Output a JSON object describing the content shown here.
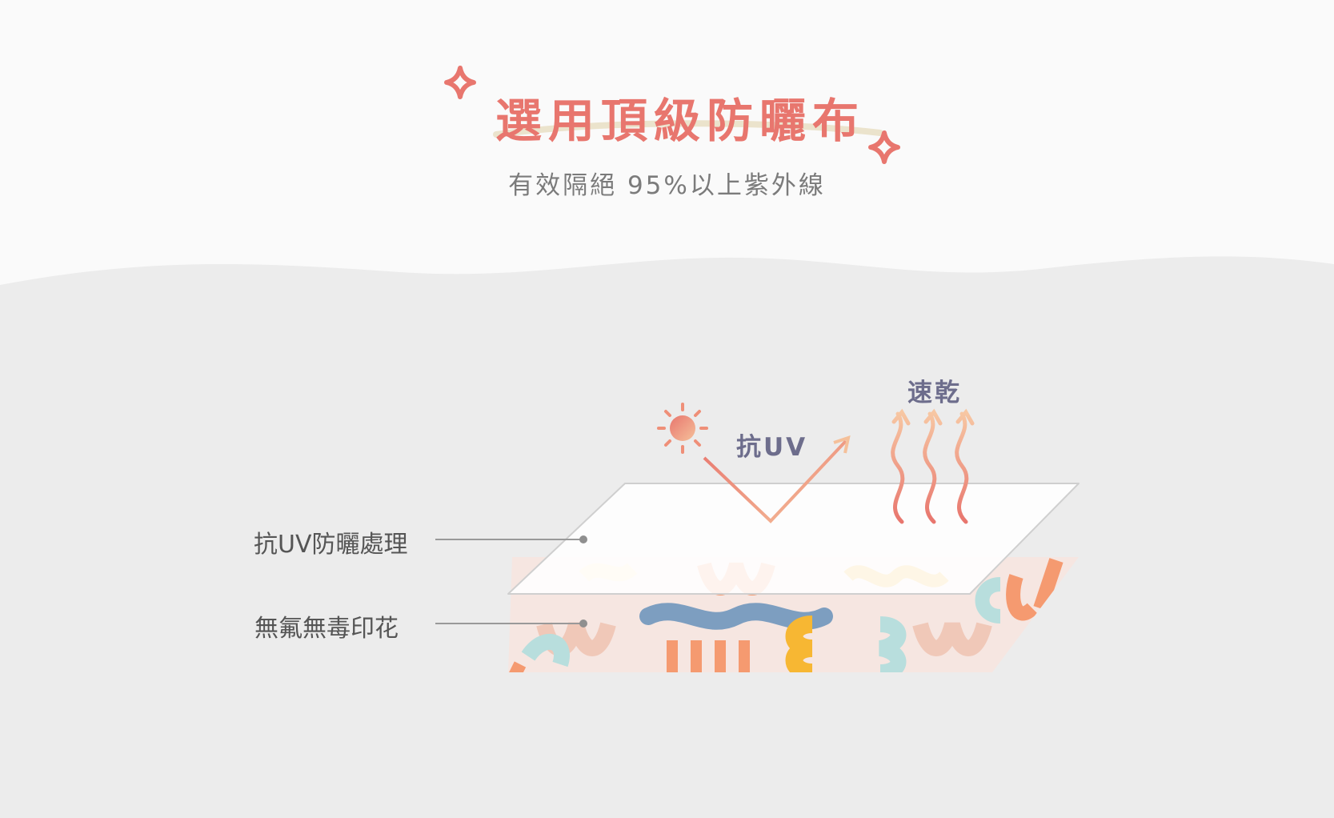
{
  "header": {
    "title": "選用頂級防曬布",
    "subtitle": "有效隔絕 95%以上紫外線"
  },
  "diagram": {
    "uv_label": "抗UV",
    "quick_dry_label": "速乾",
    "layers": [
      {
        "label": "抗UV防曬處理"
      },
      {
        "label": "無氟無毒印花"
      }
    ]
  },
  "colors": {
    "title": "#e8766e",
    "top_background": "#fafafa",
    "bottom_background": "#ececec",
    "icon_text": "#6d6d8c"
  }
}
